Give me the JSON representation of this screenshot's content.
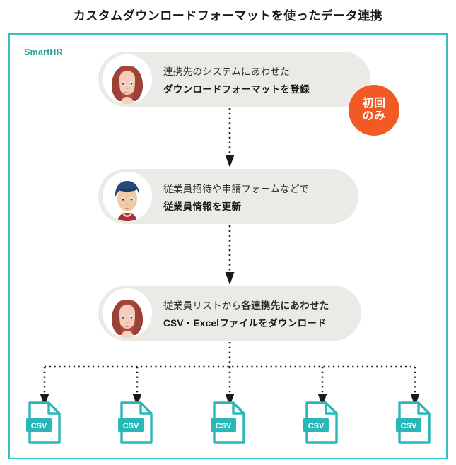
{
  "title": "カスタムダウンロードフォーマットを使ったデータ連携",
  "brand": "SmartHR",
  "colors": {
    "frame_border": "#37bfbf",
    "brand_text": "#2aa39a",
    "pill_bg": "#eceae6",
    "badge_bg": "#f15a24",
    "csv_teal": "#2ab7b7",
    "arrow": "#1a1a1a"
  },
  "badge": {
    "line1": "初回",
    "line2": "のみ"
  },
  "steps": [
    {
      "id": "register-format",
      "avatar": "woman-red-hair-avatar",
      "line1": "連携先のシステムにあわせた",
      "line1_bold": "",
      "line2": "ダウンロードフォーマットを登録",
      "line2_style": "bold"
    },
    {
      "id": "update-employee-info",
      "avatar": "man-navy-hair-avatar",
      "line1": "従業員招待や申請フォームなどで",
      "line1_bold": "",
      "line2": "従業員情報を更新",
      "line2_style": "bold"
    },
    {
      "id": "download-files",
      "avatar": "woman-red-hair-avatar",
      "line1": "従業員リストから",
      "line1_bold": "各連携先にあわせた",
      "line2": "CSV・Excelファイルをダウンロード",
      "line2_style": "bold"
    }
  ],
  "outputs": [
    {
      "label": "CSV"
    },
    {
      "label": "CSV"
    },
    {
      "label": "CSV"
    },
    {
      "label": "CSV"
    },
    {
      "label": "CSV"
    }
  ]
}
